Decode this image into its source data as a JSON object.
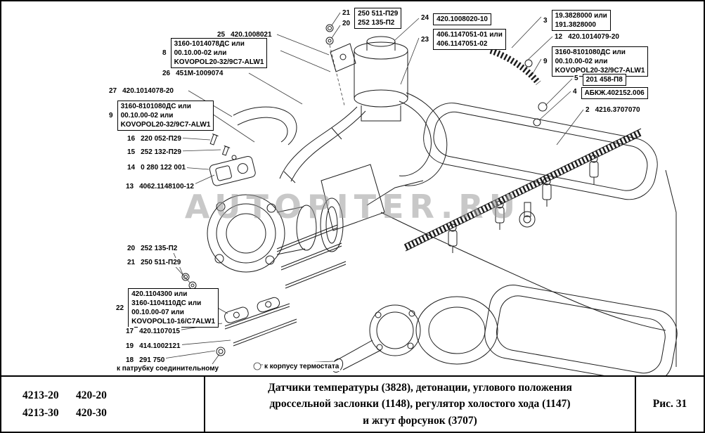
{
  "page": {
    "watermark": "AUTOPITER.RU"
  },
  "callouts": {
    "k01": {
      "num": "21",
      "text": "250 511-П29"
    },
    "k02": {
      "num": "20",
      "text": "252 135-П2"
    },
    "k03": {
      "num": "25",
      "text": "420.1008021"
    },
    "k04": {
      "num": "8",
      "text": "3160-1014078ДС или\n00.10.00-02 или\nKOVOPOL20-32/9C7-ALW1"
    },
    "k05": {
      "num": "26",
      "text": "451М-1009074"
    },
    "k06": {
      "num": "27",
      "text": "420.1014078-20"
    },
    "k07": {
      "num": "9",
      "text": "3160-8101080ДС или\n00.10.00-02 или\nKOVOPOL20-32/9C7-ALW1"
    },
    "k08": {
      "num": "16",
      "text": "220 052-П29"
    },
    "k09": {
      "num": "15",
      "text": "252 132-П29"
    },
    "k10": {
      "num": "14",
      "text": "0 280 122 001"
    },
    "k11": {
      "num": "13",
      "text": "4062.1148100-12"
    },
    "k12": {
      "num": "20",
      "text": "252 135-П2"
    },
    "k13": {
      "num": "21",
      "text": "250 511-П29"
    },
    "k14": {
      "num": "22",
      "text": "420.1104300 или\n3160-1104110ДС или\n00.10.00-07 или\nKOVOPOL10-16/C7ALW1"
    },
    "k15": {
      "num": "17",
      "text": "420.1107015"
    },
    "k16": {
      "num": "19",
      "text": "414.1002121"
    },
    "k17": {
      "num": "18",
      "text": "291 750"
    },
    "k18": {
      "text": "к патрубку соединительному"
    },
    "k19": {
      "text": "к корпусу термостата"
    },
    "k20": {
      "num": "24",
      "text": "420.1008020-10"
    },
    "k21": {
      "num": "23",
      "text": "406.1147051-01 или\n406.1147051-02"
    },
    "k22": {
      "num": "3",
      "text": "19.3828000 или\n191.3828000"
    },
    "k23": {
      "num": "12",
      "text": "420.1014079-20"
    },
    "k24": {
      "num": "9",
      "text": "3160-8101080ДС или\n00.10.00-02 или\nKOVOPOL20-32/9C7-ALW1"
    },
    "k25": {
      "num": "5",
      "text": "201 458-П8"
    },
    "k26": {
      "num": "4",
      "text": "АБКЖ.402152.006"
    },
    "k27": {
      "num": "2",
      "text": "4216.3707070"
    }
  },
  "title_block": {
    "models": {
      "r1c1": "4213-20",
      "r1c2": "420-20",
      "r2c1": "4213-30",
      "r2c2": "420-30"
    },
    "caption_line1": "Датчики температуры (3828), детонации, углового положения",
    "caption_line2": "дроссельной заслонки (1148), регулятор холостого хода (1147)",
    "caption_line3": "и жгут форсунок (3707)",
    "figure": "Рис. 31"
  }
}
